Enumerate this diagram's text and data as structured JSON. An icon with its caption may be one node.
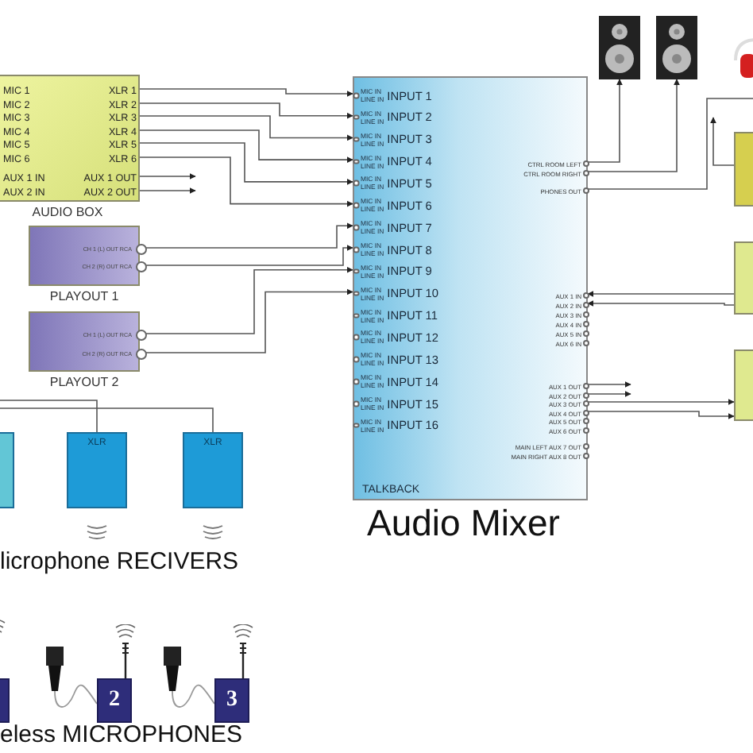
{
  "diagram": {
    "nodes": [
      {
        "text": [
          "AUDIO BOX"
        ]
      },
      {
        "text": [
          "MIC 1",
          "XLR 1"
        ],
        "in": 0
      },
      {
        "text": [
          "MIC 2",
          "XLR 2"
        ],
        "in": 0
      },
      {
        "text": [
          "MIC 3",
          "XLR 3"
        ],
        "in": 0
      },
      {
        "text": [
          "MIC 4",
          "XLR 4"
        ],
        "in": 0
      },
      {
        "text": [
          "MIC 5",
          "XLR 5"
        ],
        "in": 0
      },
      {
        "text": [
          "MIC 6",
          "XLR 6"
        ],
        "in": 0
      },
      {
        "text": [
          "AUX 1 IN",
          "AUX 1 OUT"
        ],
        "in": 0
      },
      {
        "text": [
          "AUX 2 IN",
          "AUX 2 OUT"
        ],
        "in": 0
      },
      {
        "text": [
          "PLAYOUT 1"
        ]
      },
      {
        "text": [
          "CH 1 (L) OUT RCA"
        ],
        "in": 9
      },
      {
        "text": [
          "CH 2 (R) OUT RCA"
        ],
        "in": 9
      },
      {
        "text": [
          "PLAYOUT 2"
        ]
      },
      {
        "text": [
          "CH 1 (L) OUT RCA"
        ],
        "in": 12
      },
      {
        "text": [
          "CH 2 (R) OUT RCA"
        ],
        "in": 12
      },
      {
        "text": [
          "Audio Mixer"
        ]
      },
      {
        "text": [
          "MIC IN",
          "LINE IN",
          "INPUT 1"
        ],
        "in": 15
      },
      {
        "text": [
          "MIC IN",
          "LINE IN",
          "INPUT 2"
        ],
        "in": 15
      },
      {
        "text": [
          "MIC IN",
          "LINE IN",
          "INPUT 3"
        ],
        "in": 15
      },
      {
        "text": [
          "MIC IN",
          "LINE IN",
          "INPUT 4"
        ],
        "in": 15
      },
      {
        "text": [
          "MIC IN",
          "LINE IN",
          "INPUT 5"
        ],
        "in": 15
      },
      {
        "text": [
          "MIC IN",
          "LINE IN",
          "INPUT 6"
        ],
        "in": 15
      },
      {
        "text": [
          "MIC IN",
          "LINE IN",
          "INPUT 7"
        ],
        "in": 15
      },
      {
        "text": [
          "MIC IN",
          "LINE IN",
          "INPUT 8"
        ],
        "in": 15
      },
      {
        "text": [
          "MIC IN",
          "LINE IN",
          "INPUT 9"
        ],
        "in": 15
      },
      {
        "text": [
          "MIC IN",
          "LINE IN",
          "INPUT 10"
        ],
        "in": 15
      },
      {
        "text": [
          "MIC IN",
          "LINE IN",
          "INPUT 11"
        ],
        "in": 15
      },
      {
        "text": [
          "MIC IN",
          "LINE IN",
          "INPUT 12"
        ],
        "in": 15
      },
      {
        "text": [
          "MIC IN",
          "LINE IN",
          "INPUT 13"
        ],
        "in": 15
      },
      {
        "text": [
          "MIC IN",
          "LINE IN",
          "INPUT 14"
        ],
        "in": 15
      },
      {
        "text": [
          "MIC IN",
          "LINE IN",
          "INPUT 15"
        ],
        "in": 15
      },
      {
        "text": [
          "MIC IN",
          "LINE IN",
          "INPUT 16"
        ],
        "in": 15
      },
      {
        "text": [
          "TALKBACK"
        ],
        "in": 15
      },
      {
        "text": [
          "CTRL ROOM LEFT"
        ],
        "in": 15
      },
      {
        "text": [
          "CTRL ROOM RIGHT"
        ],
        "in": 15
      },
      {
        "text": [
          "PHONES OUT"
        ],
        "in": 15
      },
      {
        "text": [
          "AUX 1 IN"
        ],
        "in": 15
      },
      {
        "text": [
          "AUX 2 IN"
        ],
        "in": 15
      },
      {
        "text": [
          "AUX 3 IN"
        ],
        "in": 15
      },
      {
        "text": [
          "AUX 4 IN"
        ],
        "in": 15
      },
      {
        "text": [
          "AUX 5 IN"
        ],
        "in": 15
      },
      {
        "text": [
          "AUX 6 IN"
        ],
        "in": 15
      },
      {
        "text": [
          "AUX 1 OUT"
        ],
        "in": 15
      },
      {
        "text": [
          "AUX 2 OUT"
        ],
        "in": 15
      },
      {
        "text": [
          "AUX 3 OUT"
        ],
        "in": 15
      },
      {
        "text": [
          "AUX 4 OUT"
        ],
        "in": 15
      },
      {
        "text": [
          "AUX 5 OUT"
        ],
        "in": 15
      },
      {
        "text": [
          "AUX 6 OUT"
        ],
        "in": 15
      },
      {
        "text": [
          "MAIN LEFT AUX 7 OUT"
        ],
        "in": 15
      },
      {
        "text": [
          "MAIN RIGHT AUX 8 OUT"
        ],
        "in": 15
      },
      {
        "text": [],
        "shape": "speaker"
      },
      {
        "text": [],
        "shape": "speaker"
      },
      {
        "text": [],
        "shape": "box"
      },
      {
        "text": [],
        "shape": "box"
      },
      {
        "text": [],
        "shape": "box"
      },
      {
        "text": [],
        "shape": "box"
      },
      {
        "text": [
          "XLR"
        ]
      },
      {
        "text": [
          "XLR"
        ]
      },
      {
        "text": [],
        "shape": "box"
      },
      {
        "text": [],
        "shape": "microphone"
      },
      {
        "text": [
          "2"
        ]
      },
      {
        "text": [],
        "shape": "microphone"
      },
      {
        "text": [
          "3"
        ]
      }
    ],
    "edges": [
      {
        "from": 1,
        "to": 16,
        "arrow": "to"
      },
      {
        "from": 2,
        "to": 17,
        "arrow": "to"
      },
      {
        "from": 3,
        "to": 18,
        "arrow": "to"
      },
      {
        "from": 4,
        "to": 19,
        "arrow": "to"
      },
      {
        "from": 5,
        "to": 20,
        "arrow": "to"
      },
      {
        "from": 6,
        "to": 21,
        "arrow": "to"
      },
      {
        "from": 7,
        "to": null,
        "arrow": "to"
      },
      {
        "from": 8,
        "to": null,
        "arrow": "to"
      },
      {
        "from": 10,
        "to": 22,
        "arrow": "to"
      },
      {
        "from": 11,
        "to": 23,
        "arrow": "to"
      },
      {
        "from": 13,
        "to": 24,
        "arrow": "to"
      },
      {
        "from": 14,
        "to": 25,
        "arrow": "to"
      },
      {
        "from": 33,
        "to": 50,
        "arrow": "to"
      },
      {
        "from": 34,
        "to": 51,
        "arrow": "to"
      },
      {
        "from": 35,
        "to": null,
        "arrow": "none"
      },
      {
        "from": 52,
        "to": null,
        "arrow": "to"
      },
      {
        "from": 53,
        "to": 36,
        "arrow": "to"
      },
      {
        "from": 53,
        "to": 37,
        "arrow": "to"
      },
      {
        "from": 42,
        "to": null,
        "arrow": "to"
      },
      {
        "from": 43,
        "to": null,
        "arrow": "to"
      },
      {
        "from": 44,
        "to": 54,
        "arrow": "to"
      },
      {
        "from": 45,
        "to": 54,
        "arrow": "to"
      },
      {
        "from": null,
        "to": 56,
        "arrow": "none"
      },
      {
        "from": null,
        "to": 57,
        "arrow": "none"
      },
      {
        "from": 59,
        "to": 60,
        "arrow": "none"
      },
      {
        "from": 61,
        "to": 62,
        "arrow": "none"
      }
    ],
    "labels": [
      "licrophone RECIVERS",
      "eless MICROPHONES"
    ]
  }
}
